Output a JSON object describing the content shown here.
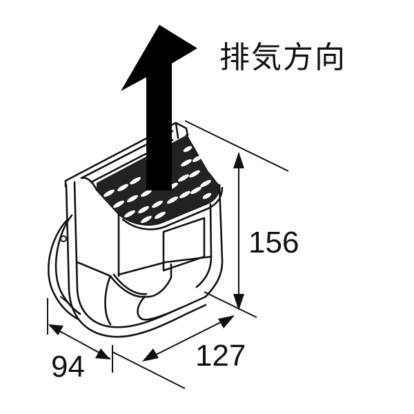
{
  "diagram": {
    "title": "排気方向",
    "subject": "exhaust-vent-hood",
    "arrow": {
      "direction": "up",
      "meaning": "排気方向"
    },
    "dimensions": {
      "height": "156",
      "width": "127",
      "depth": "94"
    },
    "colors": {
      "line": "#111111",
      "fill": "#ffffff",
      "arrow": "#000000"
    }
  }
}
